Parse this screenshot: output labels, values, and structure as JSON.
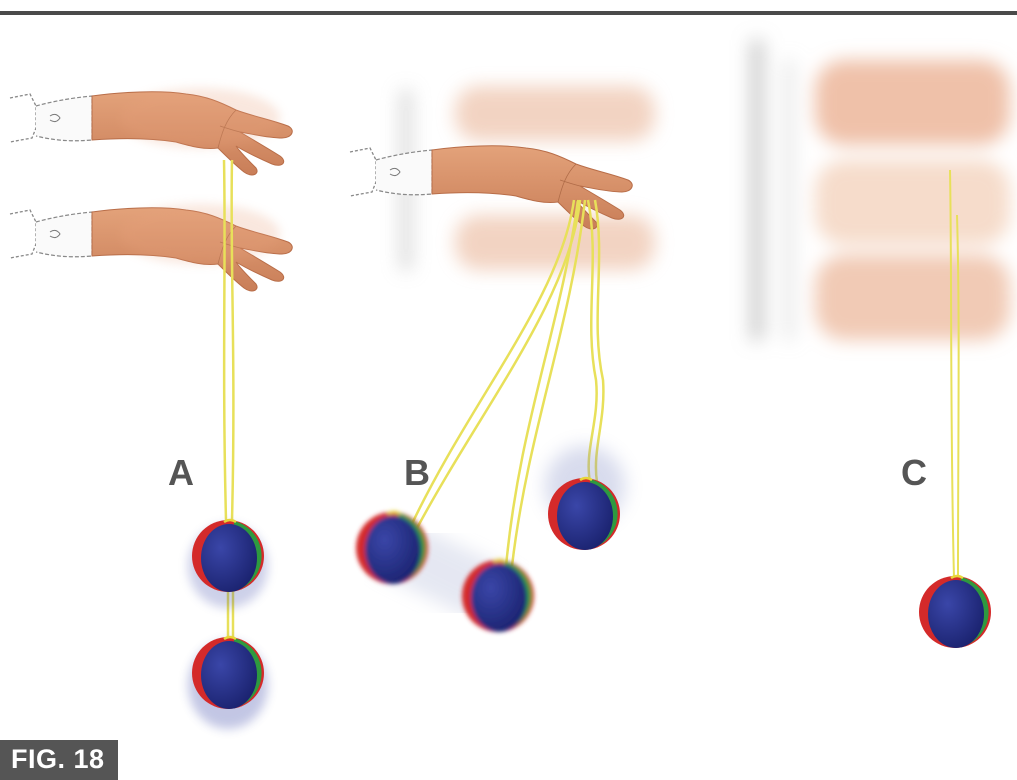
{
  "figure": {
    "caption": "FIG. 18",
    "panels": [
      {
        "label": "A"
      },
      {
        "label": "B"
      },
      {
        "label": "C"
      }
    ]
  },
  "colors": {
    "rule": "#4a4a4a",
    "label": "#555555",
    "string": "#e8e05a",
    "skin": "#d9916a",
    "ball_blue": "#232e8c",
    "ball_red": "#d42a2a",
    "ball_green": "#2e9a3f",
    "ball_yellow": "#e8d63a"
  }
}
